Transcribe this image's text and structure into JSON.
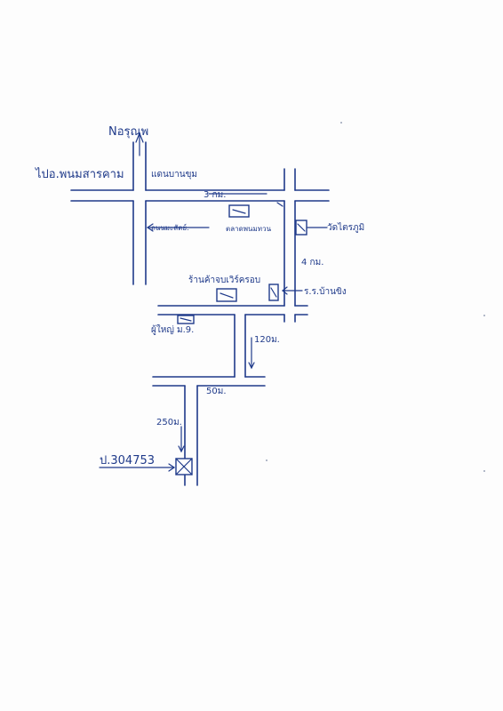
{
  "map": {
    "labels": {
      "north_road": "Nอรุณพ",
      "west_road": "ไปอ.พนมสารคาม",
      "top_road": "แดนบานขุม",
      "dist_top": "3 กม.",
      "road_side": "ถนนมะสัตย์.",
      "market": "ตลาดพนมทวน",
      "right_building": "วัดไตรภูมิ",
      "dist_right": "4 กม.",
      "school": "ร.ร.บ้านขิง",
      "shop": "ร้านค้าจบเวิร์ครอบ",
      "village": "ผู้ใหญ่ ม.9.",
      "dist_120": "120ม.",
      "dist_50": "50ม.",
      "dist_250": "250ม.",
      "target_code": "ป.304753"
    },
    "ink_color": "#1f3a8a"
  }
}
